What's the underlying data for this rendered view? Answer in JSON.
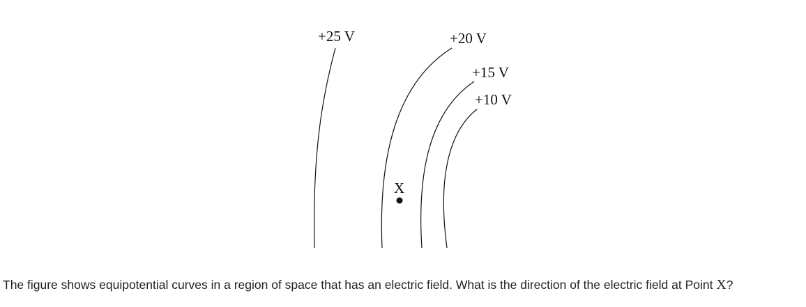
{
  "figure": {
    "curves": [
      {
        "label": "+25 V"
      },
      {
        "label": "+20 V"
      },
      {
        "label": "+15 V"
      },
      {
        "label": "+10 V"
      }
    ],
    "point": {
      "label": "X"
    }
  },
  "question": {
    "text_before": "The figure shows equipotential curves in a region of space that has an electric field. What is the direction of the electric field at Point ",
    "point_symbol": "X",
    "text_after": "?"
  }
}
